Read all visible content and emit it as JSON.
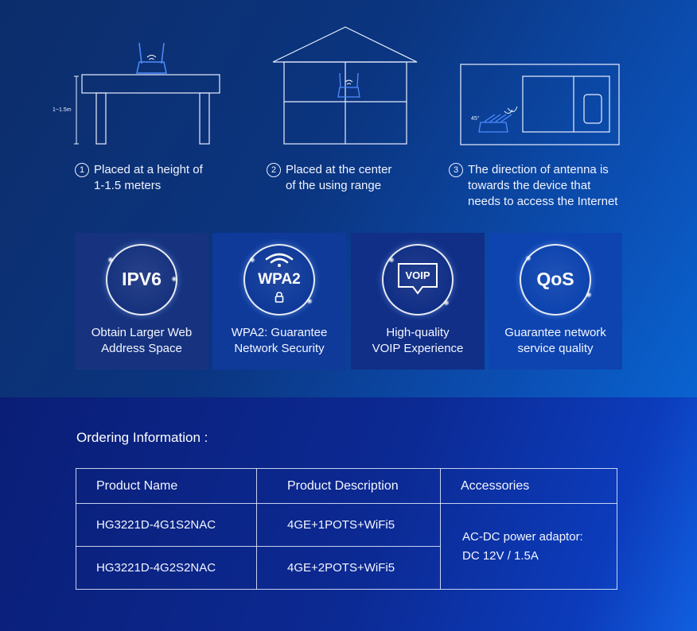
{
  "placement": {
    "height_scale_label": "1~1.5m",
    "angle_label": "45°",
    "steps": [
      {
        "number": "1",
        "text": "Placed at a height of\n1-1.5 meters"
      },
      {
        "number": "2",
        "text": "Placed  at  the  center\nof the using range"
      },
      {
        "number": "3",
        "text": "The direction of antenna is\ntowards the device that\nneeds to access the Internet"
      }
    ]
  },
  "features": [
    {
      "badge": "IPV6",
      "icon": "ipv6-icon",
      "caption": "Obtain Larger Web\nAddress Space"
    },
    {
      "badge": "WPA2",
      "icon": "wifi-lock-icon",
      "caption": "WPA2: Guarantee\nNetwork Security"
    },
    {
      "badge": "VOIP",
      "icon": "voip-bubble-icon",
      "caption": "High-quality\nVOIP Experience"
    },
    {
      "badge": "QoS",
      "icon": "qos-icon",
      "caption": "Guarantee network\nservice quality"
    }
  ],
  "ordering": {
    "title": "Ordering Information :",
    "headers": [
      "Product Name",
      "Product Description",
      "Accessories"
    ],
    "rows": [
      {
        "name": "HG3221D-4G1S2NAC",
        "description": "4GE+1POTS+WiFi5"
      },
      {
        "name": "HG3221D-4G2S2NAC",
        "description": "4GE+2POTS+WiFi5"
      }
    ],
    "accessories": "AC-DC power adaptor:\nDC 12V / 1.5A"
  },
  "colors": {
    "top_background": "#0b3580",
    "bottom_background": "#0c2a94",
    "feature_tile_1": "#17337f",
    "feature_tile_2": "#0f3a9a",
    "feature_tile_3": "#112f86",
    "feature_tile_4": "#0e44b0",
    "line": "#e8eeff"
  }
}
